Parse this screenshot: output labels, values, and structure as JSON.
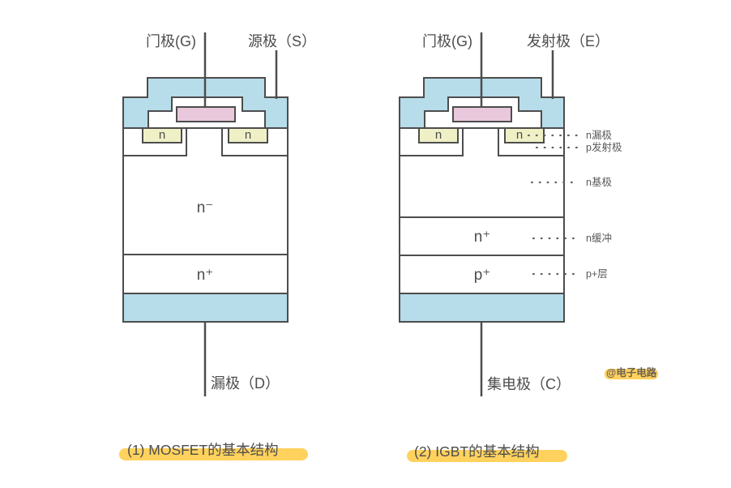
{
  "colors": {
    "outline": "#4d4d4d",
    "metal_blue": "#b7dcea",
    "gate_pink": "#e9c8dc",
    "n_region_yellow": "#eff0c6",
    "marker_yellow": "#ffd25e",
    "text": "#4d4d4d"
  },
  "mosfet": {
    "gate_label": "门极(G)",
    "source_label": "源极（S）",
    "n_well_left": "n",
    "n_well_right": "n",
    "drift_region_label": "n⁻",
    "substrate_label": "n⁺",
    "drain_label": "漏极（D）",
    "caption": "(1) MOSFET的基本结构"
  },
  "igbt": {
    "gate_label": "门极(G)",
    "emitter_label": "发射极（E）",
    "n_well_left": "n",
    "n_well_right": "n",
    "buffer_label": "n⁺",
    "collector_region_label": "p⁺",
    "collector_label": "集电极（C）",
    "caption": "(2) IGBT的基本结构",
    "annotations": [
      {
        "label": "n漏极"
      },
      {
        "label": "p发射极"
      },
      {
        "label": "n基极"
      },
      {
        "label": "n缓冲"
      },
      {
        "label": "p+层"
      }
    ]
  },
  "watermark": {
    "text": "@电子电路"
  }
}
